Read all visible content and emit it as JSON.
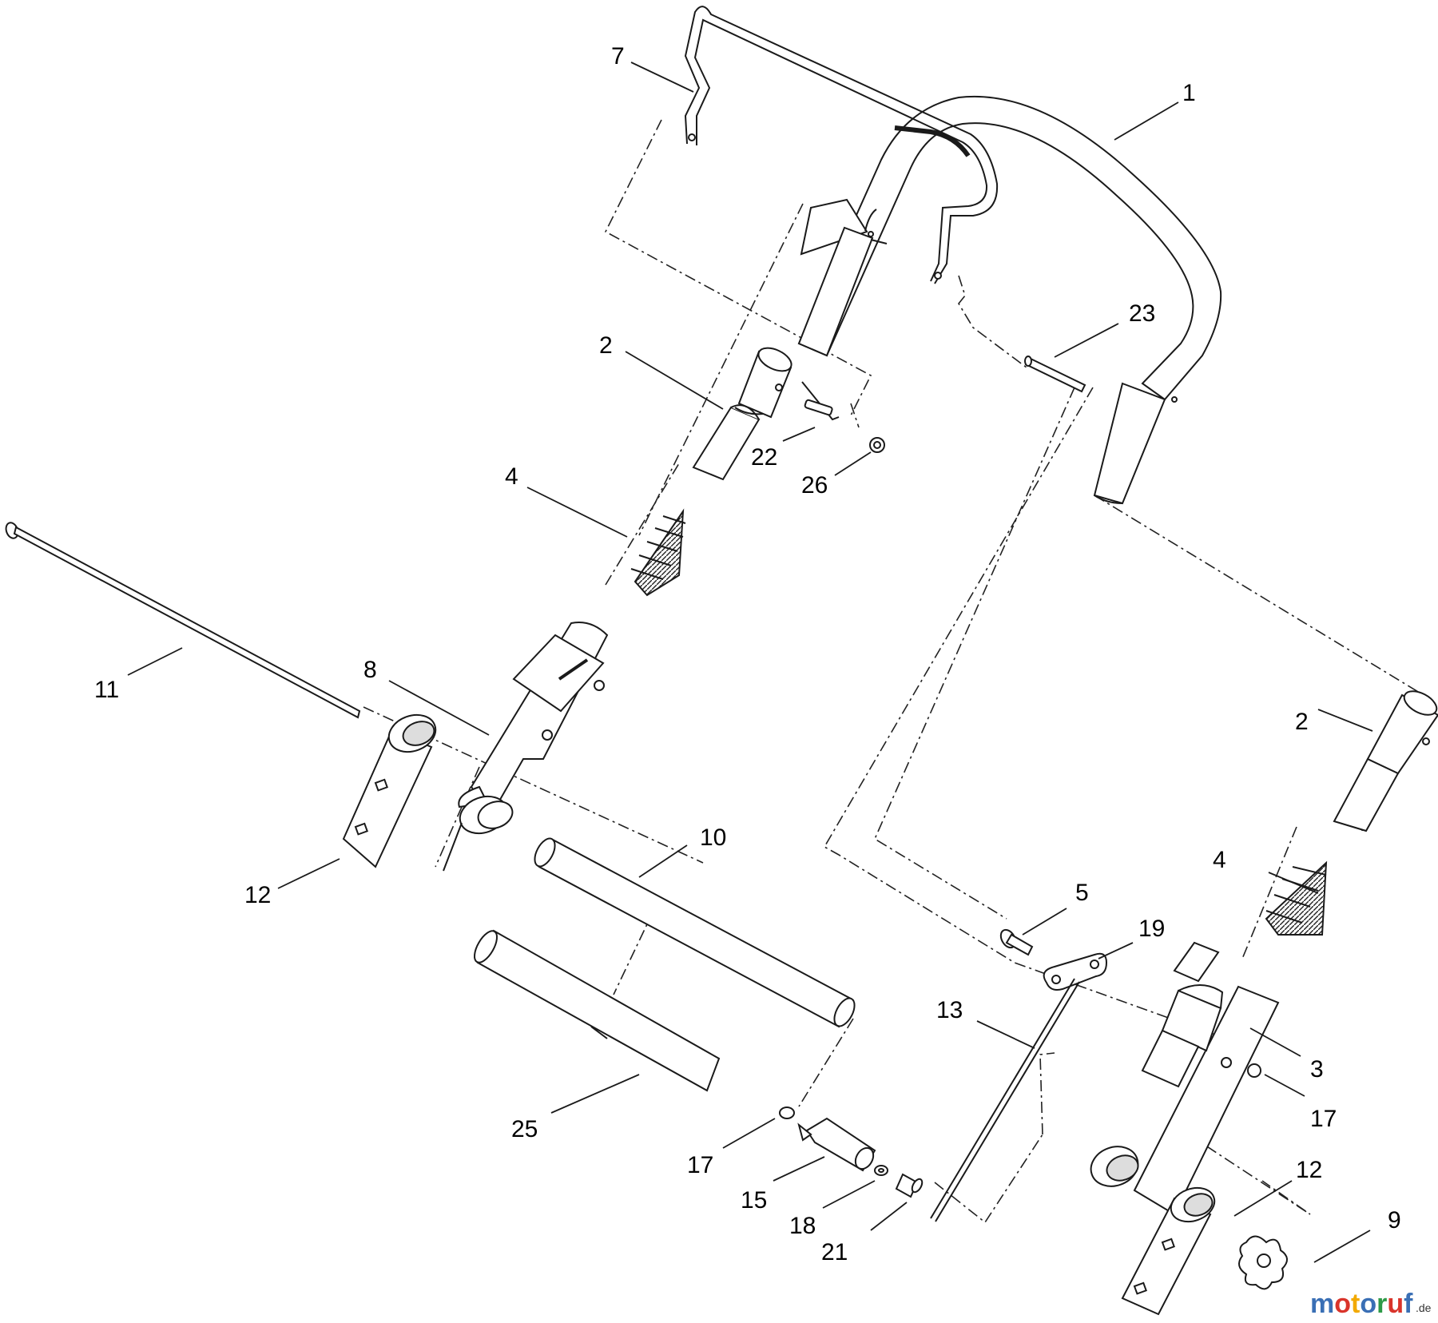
{
  "callouts": [
    {
      "id": "c1",
      "label": "1"
    },
    {
      "id": "c7",
      "label": "7"
    },
    {
      "id": "c2a",
      "label": "2"
    },
    {
      "id": "c22",
      "label": "22"
    },
    {
      "id": "c26",
      "label": "26"
    },
    {
      "id": "c23",
      "label": "23"
    },
    {
      "id": "c4a",
      "label": "4"
    },
    {
      "id": "c11",
      "label": "11"
    },
    {
      "id": "c8",
      "label": "8"
    },
    {
      "id": "c12a",
      "label": "12"
    },
    {
      "id": "c10",
      "label": "10"
    },
    {
      "id": "c25",
      "label": "25"
    },
    {
      "id": "c2b",
      "label": "2"
    },
    {
      "id": "c4b",
      "label": "4"
    },
    {
      "id": "c5",
      "label": "5"
    },
    {
      "id": "c19",
      "label": "19"
    },
    {
      "id": "c13",
      "label": "13"
    },
    {
      "id": "c3",
      "label": "3"
    },
    {
      "id": "c17a",
      "label": "17"
    },
    {
      "id": "c17b",
      "label": "17"
    },
    {
      "id": "c15",
      "label": "15"
    },
    {
      "id": "c18",
      "label": "18"
    },
    {
      "id": "c21",
      "label": "21"
    },
    {
      "id": "c12b",
      "label": "12"
    },
    {
      "id": "c9",
      "label": "9"
    }
  ],
  "watermark": {
    "letters": [
      "m",
      "o",
      "t",
      "o",
      "r",
      "u",
      "f"
    ],
    "letter_colors": [
      "#3a6fb5",
      "#d9342b",
      "#f2a900",
      "#3a6fb5",
      "#2e9a47",
      "#d9342b",
      "#3a6fb5"
    ],
    "suffix": ".de"
  },
  "colors": {
    "stroke": "#1a1a1a",
    "part_fill": "#ffffff",
    "shade": "#d6d6d6"
  }
}
